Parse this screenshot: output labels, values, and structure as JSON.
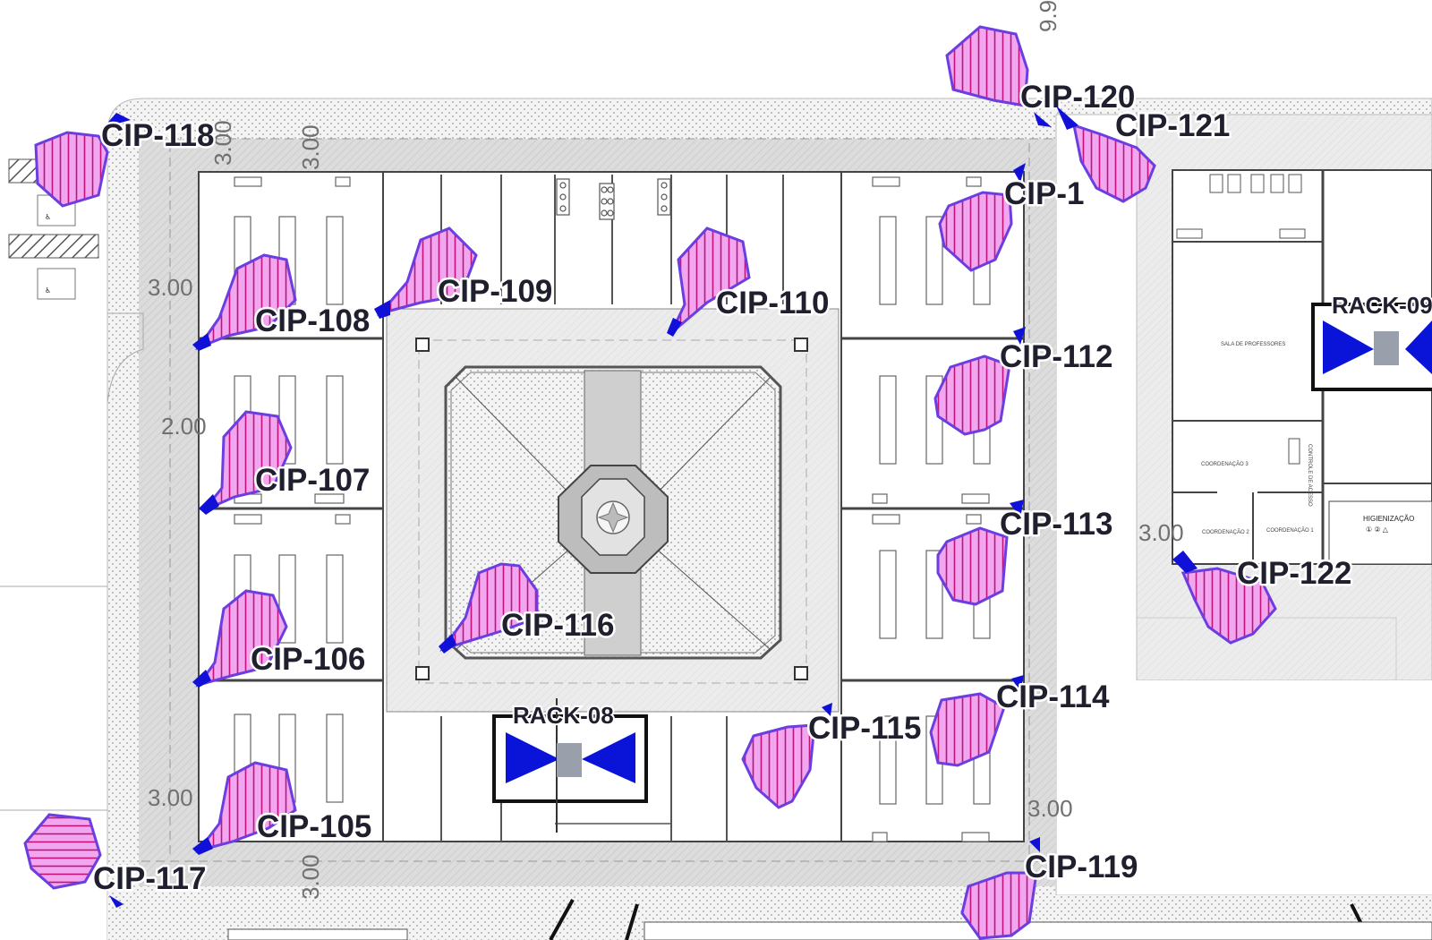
{
  "colors": {
    "coverage_fill": "#f3a6f0",
    "coverage_hatch": "#c0147a",
    "coverage_stroke": "#6a3ee0",
    "camera_blue": "#1010d8",
    "rack_blue": "#0a14d8",
    "rack_gray": "#9aa0ab",
    "corridor": "#dadada",
    "label_text": "#1f1f2e"
  },
  "cameras": [
    {
      "id": "CIP-105",
      "icon": "camera-icon",
      "label": "CIP-105"
    },
    {
      "id": "CIP-106",
      "icon": "camera-icon",
      "label": "CIP-106"
    },
    {
      "id": "CIP-107",
      "icon": "camera-icon",
      "label": "CIP-107"
    },
    {
      "id": "CIP-108",
      "icon": "camera-icon",
      "label": "CIP-108"
    },
    {
      "id": "CIP-109",
      "icon": "camera-icon",
      "label": "CIP-109"
    },
    {
      "id": "CIP-110",
      "icon": "camera-icon",
      "label": "CIP-110"
    },
    {
      "id": "CIP-111",
      "icon": "camera-icon",
      "label": "CIP-1"
    },
    {
      "id": "CIP-112",
      "icon": "camera-icon",
      "label": "CIP-112"
    },
    {
      "id": "CIP-113",
      "icon": "camera-icon",
      "label": "CIP-113"
    },
    {
      "id": "CIP-114",
      "icon": "camera-icon",
      "label": "CIP-114"
    },
    {
      "id": "CIP-115",
      "icon": "camera-icon",
      "label": "CIP-115"
    },
    {
      "id": "CIP-116",
      "icon": "camera-icon",
      "label": "CIP-116"
    },
    {
      "id": "CIP-117",
      "icon": "camera-icon",
      "label": "CIP-117"
    },
    {
      "id": "CIP-118",
      "icon": "camera-icon",
      "label": "CIP-118"
    },
    {
      "id": "CIP-119",
      "icon": "camera-icon",
      "label": "CIP-119"
    },
    {
      "id": "CIP-120",
      "icon": "camera-icon",
      "label": "CIP-120"
    },
    {
      "id": "CIP-121",
      "icon": "camera-icon",
      "label": "CIP-121"
    },
    {
      "id": "CIP-122",
      "icon": "camera-icon",
      "label": "CIP-122"
    }
  ],
  "racks": [
    {
      "id": "RACK-08",
      "icon": "rack-icon",
      "label": "RACK-08"
    },
    {
      "id": "RACK-09",
      "icon": "rack-icon",
      "label": "RACK-09"
    }
  ],
  "dimensions": {
    "d_top_1": "3.00",
    "d_top_2": "3.00",
    "d_left_1": "3.00",
    "d_left_2": "2.00",
    "d_left_3": "3.00",
    "d_bottom": "3.00",
    "d_right_low": "3.00",
    "d_right_mid": "3.00",
    "d_top_right": "9.9"
  },
  "rooms": {
    "sala_professores": "SALA DE PROFESSORES",
    "coordenacao_3": "COORDENAÇÃO 3",
    "coordenacao_2": "COORDENAÇÃO 2",
    "coordenacao_1": "COORDENAÇÃO 1",
    "controle_acesso": "CONTROLE DE ACESSO",
    "higienizacao": "HIGIENIZAÇÃO",
    "higienizacao_icons": "① ② △"
  }
}
